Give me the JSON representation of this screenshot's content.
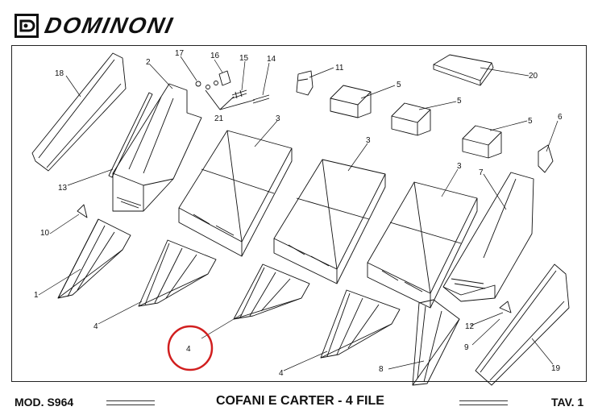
{
  "header": {
    "brand": "DOMINONI"
  },
  "footer": {
    "model": "MOD. S964",
    "title": "COFANI E CARTER - 4 FILE",
    "table": "TAV. 1"
  },
  "callouts": {
    "c1": "1",
    "c2": "2",
    "c3a": "3",
    "c3b": "3",
    "c3c": "3",
    "c4a": "4",
    "c4b": "4",
    "c4c": "4",
    "c5a": "5",
    "c5b": "5",
    "c5c": "5",
    "c6": "6",
    "c7": "7",
    "c8": "8",
    "c9": "9",
    "c10": "10",
    "c11": "11",
    "c12": "12",
    "c13": "13",
    "c14": "14",
    "c15": "15",
    "c16": "16",
    "c17": "17",
    "c18": "18",
    "c19": "19",
    "c20": "20",
    "c21": "21"
  },
  "colors": {
    "highlight": "#d11f1f",
    "ink": "#111111"
  }
}
